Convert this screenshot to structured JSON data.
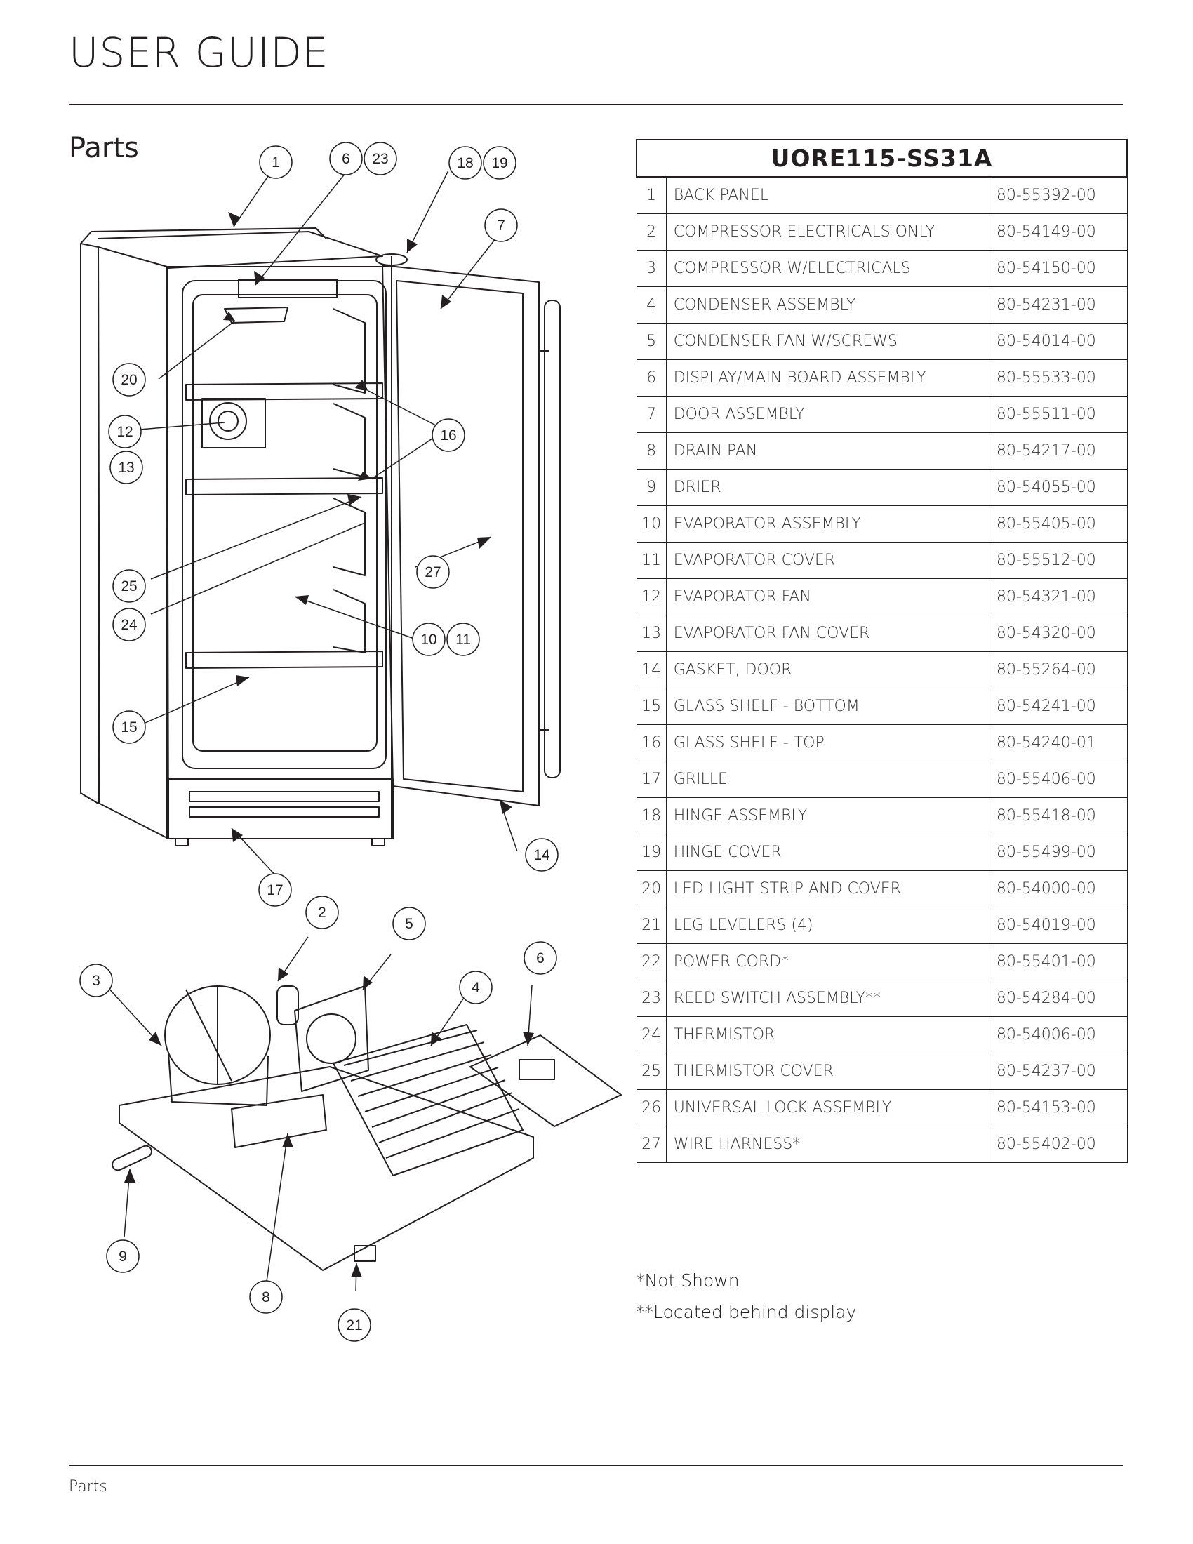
{
  "header": {
    "title": "USER GUIDE"
  },
  "section": {
    "heading": "Parts"
  },
  "table": {
    "model": "UORE115-SS31A",
    "rows": [
      [
        "1",
        "BACK PANEL",
        "80-55392-00"
      ],
      [
        "2",
        "COMPRESSOR ELECTRICALS ONLY",
        "80-54149-00"
      ],
      [
        "3",
        "COMPRESSOR W/ELECTRICALS",
        "80-54150-00"
      ],
      [
        "4",
        "CONDENSER ASSEMBLY",
        "80-54231-00"
      ],
      [
        "5",
        "CONDENSER FAN W/SCREWS",
        "80-54014-00"
      ],
      [
        "6",
        "DISPLAY/MAIN BOARD ASSEMBLY",
        "80-55533-00"
      ],
      [
        "7",
        "DOOR ASSEMBLY",
        "80-55511-00"
      ],
      [
        "8",
        "DRAIN PAN",
        "80-54217-00"
      ],
      [
        "9",
        "DRIER",
        "80-54055-00"
      ],
      [
        "10",
        "EVAPORATOR ASSEMBLY",
        "80-55405-00"
      ],
      [
        "11",
        "EVAPORATOR COVER",
        "80-55512-00"
      ],
      [
        "12",
        "EVAPORATOR FAN",
        "80-54321-00"
      ],
      [
        "13",
        "EVAPORATOR FAN COVER",
        "80-54320-00"
      ],
      [
        "14",
        "GASKET, DOOR",
        "80-55264-00"
      ],
      [
        "15",
        "GLASS SHELF - BOTTOM",
        "80-54241-00"
      ],
      [
        "16",
        "GLASS SHELF - TOP",
        "80-54240-01"
      ],
      [
        "17",
        "GRILLE",
        "80-55406-00"
      ],
      [
        "18",
        "HINGE ASSEMBLY",
        "80-55418-00"
      ],
      [
        "19",
        "HINGE COVER",
        "80-55499-00"
      ],
      [
        "20",
        "LED LIGHT STRIP AND COVER",
        "80-54000-00"
      ],
      [
        "21",
        "LEG LEVELERS (4)",
        "80-54019-00"
      ],
      [
        "22",
        "POWER CORD*",
        "80-55401-00"
      ],
      [
        "23",
        "REED SWITCH ASSEMBLY**",
        "80-54284-00"
      ],
      [
        "24",
        "THERMISTOR",
        "80-54006-00"
      ],
      [
        "25",
        "THERMISTOR COVER",
        "80-54237-00"
      ],
      [
        "26",
        "UNIVERSAL LOCK ASSEMBLY",
        "80-54153-00"
      ],
      [
        "27",
        "WIRE HARNESS*",
        "80-55402-00"
      ]
    ]
  },
  "notes": [
    "*Not Shown",
    "**Located behind display"
  ],
  "diagram": {
    "callouts": [
      "1",
      "6",
      "23",
      "18",
      "19",
      "7",
      "20",
      "12",
      "13",
      "16",
      "27",
      "25",
      "24",
      "10",
      "11",
      "15",
      "14",
      "17",
      "2",
      "5",
      "3",
      "4",
      "6",
      "9",
      "8",
      "21"
    ]
  },
  "footer": {
    "label": "Parts"
  }
}
